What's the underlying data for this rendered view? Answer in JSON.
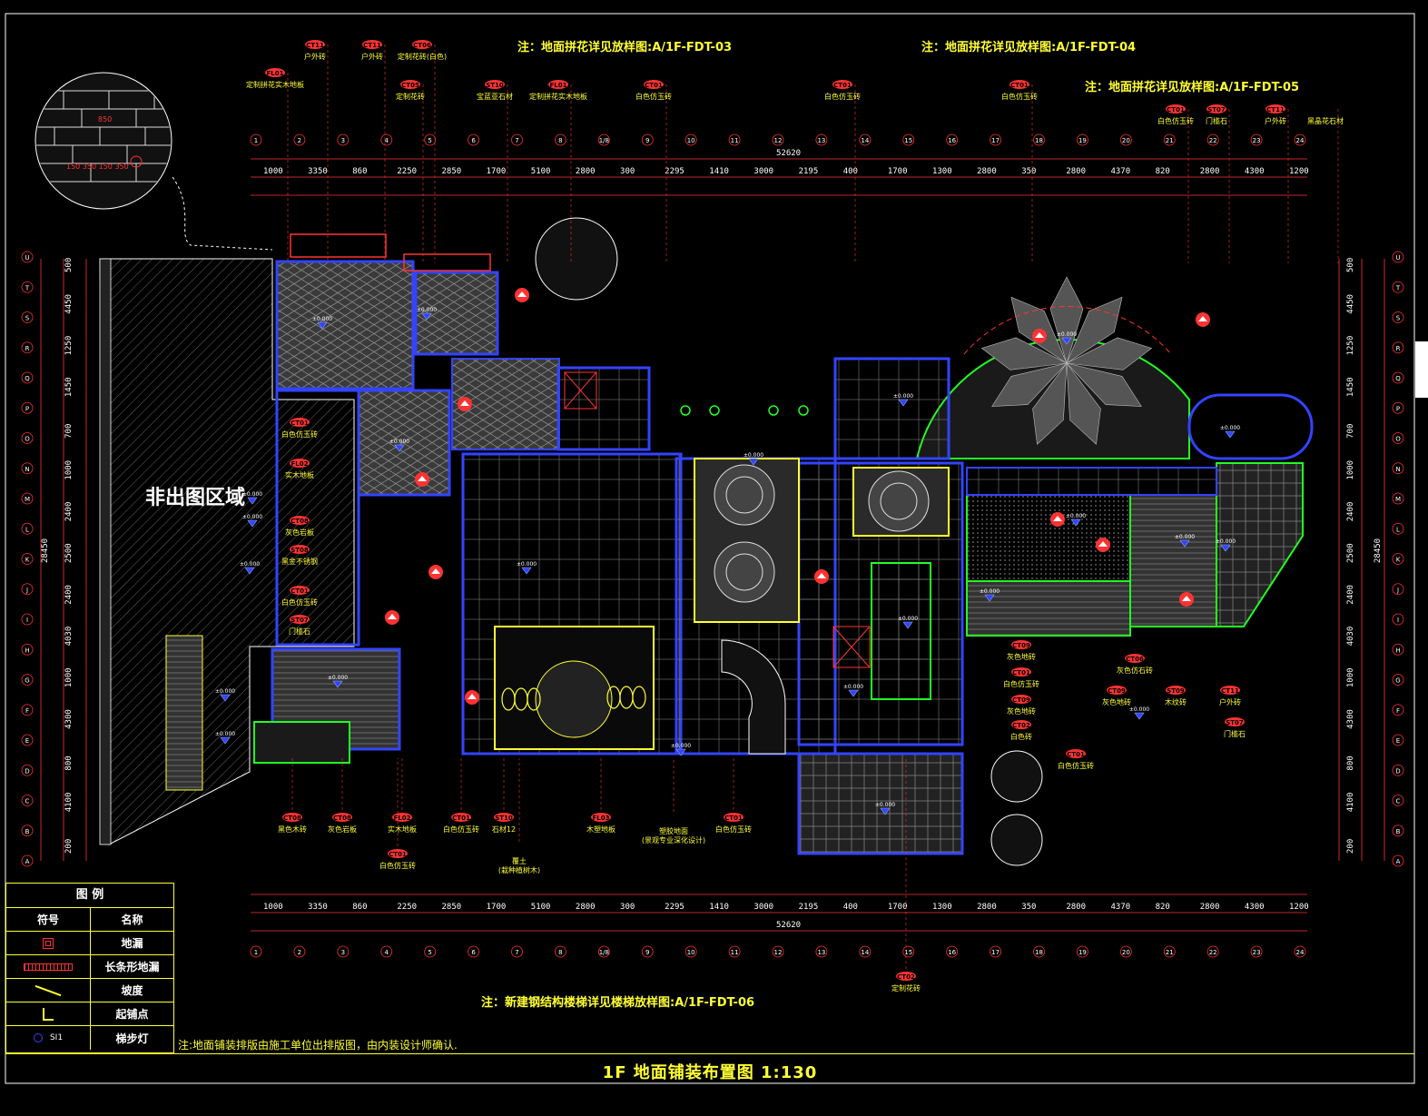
{
  "drawing": {
    "title": "1F 地面铺装布置图 1:130",
    "excluded_area_label": "非出图区域",
    "footnote": "注:地面铺装排版由施工单位出排版图，由内装设计师确认.",
    "notes": [
      "注：地面拼花详见放样图:A/1F-FDT-03",
      "注：地面拼花详见放样图:A/1F-FDT-04",
      "注：地面拼花详见放样图:A/1F-FDT-05",
      "注：新建钢结构楼梯详见楼梯放样图:A/1F-FDT-06"
    ],
    "total_dimension": "52620",
    "top_dims": [
      "1000",
      "3350",
      "860",
      "2250",
      "2850",
      "1700",
      "5100",
      "2800",
      "300",
      "2295",
      "1410",
      "3000",
      "2195",
      "400",
      "1700",
      "1300",
      "2800",
      "350",
      "2800",
      "4370",
      "820",
      "2800",
      "4300",
      "1200"
    ],
    "top_grid": [
      "1",
      "2",
      "3",
      "4",
      "5",
      "6",
      "7",
      "8",
      "1/8",
      "9",
      "10",
      "11",
      "12",
      "13",
      "14",
      "15",
      "16",
      "17",
      "18",
      "19",
      "20",
      "21",
      "22",
      "23",
      "24"
    ],
    "left_grid": [
      "U",
      "T",
      "S",
      "R",
      "Q",
      "P",
      "O",
      "N",
      "M",
      "L",
      "K",
      "J",
      "I",
      "H",
      "G",
      "F",
      "E",
      "D",
      "C",
      "B",
      "A"
    ],
    "left_dims": [
      "500",
      "4450",
      "1250",
      "1450",
      "700",
      "1000",
      "2400",
      "2500",
      "2400",
      "4030",
      "1000",
      "4300",
      "800",
      "4100",
      "200"
    ],
    "total_height": "28450",
    "material_tags": [
      {
        "code": "CT11",
        "name": "户外砖"
      },
      {
        "code": "CT11",
        "name": "户外砖"
      },
      {
        "code": "CT06",
        "name": "定制花砖(白色)"
      },
      {
        "code": "FL01",
        "name": "定制拼花实木地板"
      },
      {
        "code": "CT05",
        "name": "定制花砖"
      },
      {
        "code": "ST10",
        "name": "宝蓝亚石材"
      },
      {
        "code": "FL01",
        "name": "定制拼花实木地板"
      },
      {
        "code": "CT01",
        "name": "白色仿玉砖"
      },
      {
        "code": "CT01",
        "name": "白色仿玉砖"
      },
      {
        "code": "CT01",
        "name": "白色仿玉砖"
      },
      {
        "code": "CT01",
        "name": "白色仿玉砖"
      },
      {
        "code": "ST07",
        "name": "门槛石"
      },
      {
        "code": "CT11",
        "name": "户外砖"
      },
      {
        "code": "",
        "name": "黑晶花石材"
      }
    ],
    "left_tags": [
      {
        "code": "CT01",
        "name": "白色仿玉砖"
      },
      {
        "code": "FL02",
        "name": "实木地板"
      },
      {
        "code": "CT08",
        "name": "灰色岩板"
      },
      {
        "code": "ST08",
        "name": "黑金不锈钢"
      },
      {
        "code": "CT01",
        "name": "白色仿玉砖"
      },
      {
        "code": "ST07",
        "name": "门槛石"
      }
    ],
    "bottom_tags": [
      {
        "code": "CT08",
        "name": "黑色木砖"
      },
      {
        "code": "CT08",
        "name": "灰色岩板"
      },
      {
        "code": "FL02",
        "name": "实木地板"
      },
      {
        "code": "CT01",
        "name": "白色仿玉砖"
      },
      {
        "code": "ST10",
        "name": "石材12"
      },
      {
        "code": "FL03",
        "name": "木塑地板"
      },
      {
        "code": "",
        "name": "塑胶地面\n(景观专业深化设计)"
      },
      {
        "code": "CT01",
        "name": "白色仿玉砖"
      },
      {
        "code": "CT01",
        "name": "白色仿玉砖"
      },
      {
        "code": "",
        "name": "覆土\n(栽种植树木)"
      },
      {
        "code": "CT02",
        "name": "定制花砖"
      }
    ],
    "right_tags": [
      {
        "code": "CT09",
        "name": "灰色地砖"
      },
      {
        "code": "CT01",
        "name": "白色仿玉砖"
      },
      {
        "code": "CT09",
        "name": "灰色地砖"
      },
      {
        "code": "CT02",
        "name": "白色砖"
      },
      {
        "code": "CT01",
        "name": "白色仿玉砖"
      },
      {
        "code": "CT06",
        "name": "灰色仿石砖"
      },
      {
        "code": "CT09",
        "name": "灰色地砖"
      },
      {
        "code": "ST09",
        "name": "木纹砖"
      },
      {
        "code": "ST07",
        "name": "门槛石"
      },
      {
        "code": "CT11",
        "name": "户外砖"
      }
    ],
    "elevation_label": "±0.000"
  },
  "legend": {
    "title": "图 例",
    "header_symbol": "符号",
    "header_name": "名称",
    "items": [
      {
        "symbol": "drain-icon",
        "name": "地漏"
      },
      {
        "symbol": "linear-drain-icon",
        "name": "长条形地漏"
      },
      {
        "symbol": "slope-icon",
        "name": "坡度"
      },
      {
        "symbol": "start-point-icon",
        "name": "起铺点"
      },
      {
        "symbol": "step-light-icon",
        "symbol_text": "SI1",
        "name": "梯步灯"
      }
    ]
  },
  "colors": {
    "background": "#000000",
    "wall": "#3344ff",
    "text_yellow": "#ffff33",
    "tag_red": "#ff3333",
    "dim_line": "#ff3333",
    "green_outline": "#22ff22",
    "hatch": "#9a9a9a"
  }
}
